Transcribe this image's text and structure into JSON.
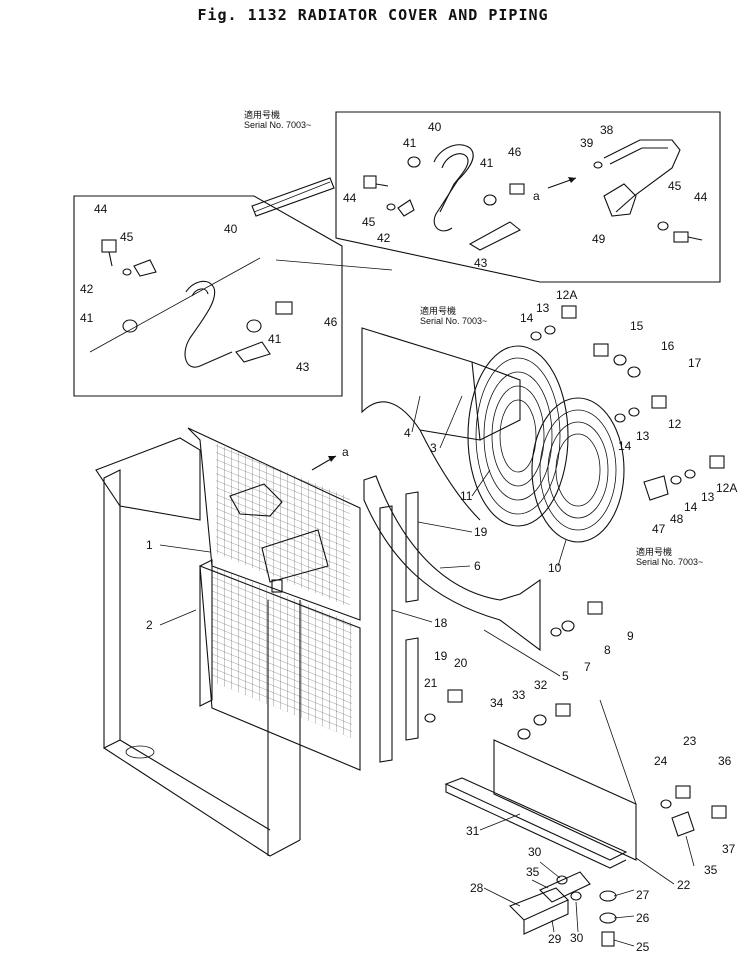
{
  "figure": {
    "title": "Fig. 1132  RADIATOR COVER AND PIPING"
  },
  "serial_notes": [
    {
      "jp": "適用号機",
      "serial": "Serial No. 7003~"
    },
    {
      "jp": "適用号機",
      "serial": "Serial No. 7003~"
    },
    {
      "jp": "適用号機",
      "serial": "Serial No. 7003~"
    }
  ],
  "view_marker": "a",
  "labels": {
    "p1": "1",
    "p2": "2",
    "p3": "3",
    "p4": "4",
    "p5": "5",
    "p6": "6",
    "p7": "7",
    "p8": "8",
    "p9": "9",
    "p10": "10",
    "p11": "11",
    "p12": "12",
    "p12a": "12A",
    "p13": "13",
    "p14": "14",
    "p15": "15",
    "p16": "16",
    "p17": "17",
    "p18": "18",
    "p19": "19",
    "p20": "20",
    "p21": "21",
    "p22": "22",
    "p23": "23",
    "p24": "24",
    "p25": "25",
    "p26": "26",
    "p27": "27",
    "p28": "28",
    "p29": "29",
    "p30": "30",
    "p31": "31",
    "p32": "32",
    "p33": "33",
    "p34": "34",
    "p35": "35",
    "p36": "36",
    "p37": "37",
    "p38": "38",
    "p39": "39",
    "p40": "40",
    "p41": "41",
    "p42": "42",
    "p43": "43",
    "p44": "44",
    "p45": "45",
    "p46": "46",
    "p47": "47",
    "p48": "48",
    "p49": "49"
  }
}
